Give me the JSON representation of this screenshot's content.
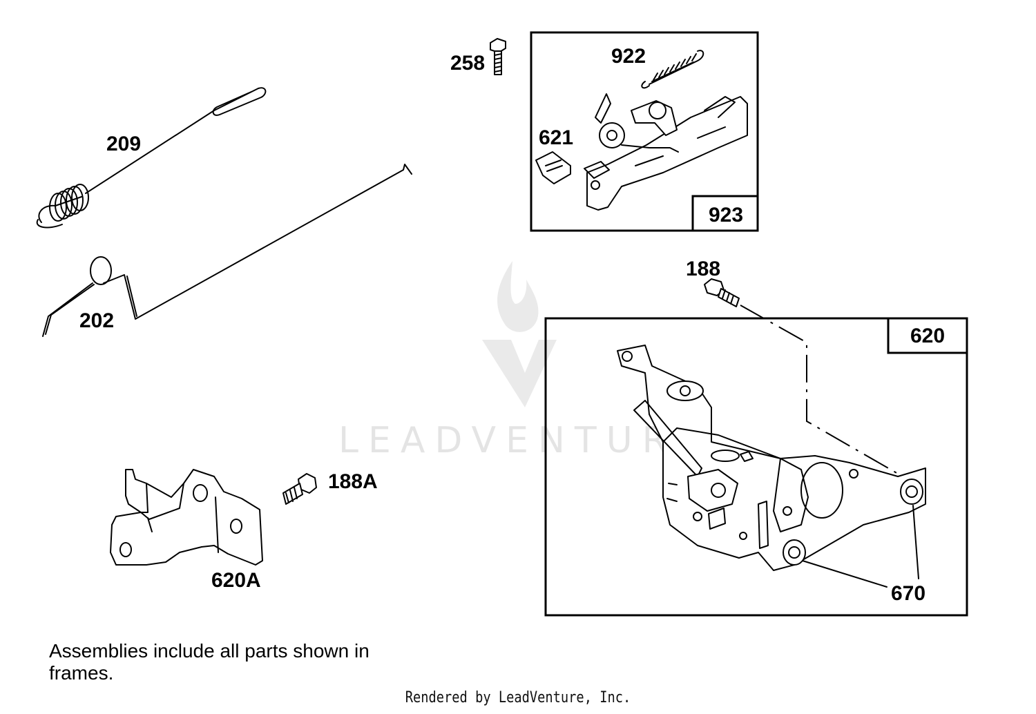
{
  "callouts": {
    "p209": "209",
    "p202": "202",
    "p258": "258",
    "p922": "922",
    "p621": "621",
    "p923": "923",
    "p188": "188",
    "p620": "620",
    "p188a": "188A",
    "p620a": "620A",
    "p670": "670"
  },
  "note": "Assemblies include all parts shown in frames.",
  "credit": "Rendered by LeadVenture, Inc.",
  "watermark": "LEADVENTURE",
  "colors": {
    "line": "#000000",
    "watermark": "#cfcfcf",
    "background": "#ffffff"
  }
}
